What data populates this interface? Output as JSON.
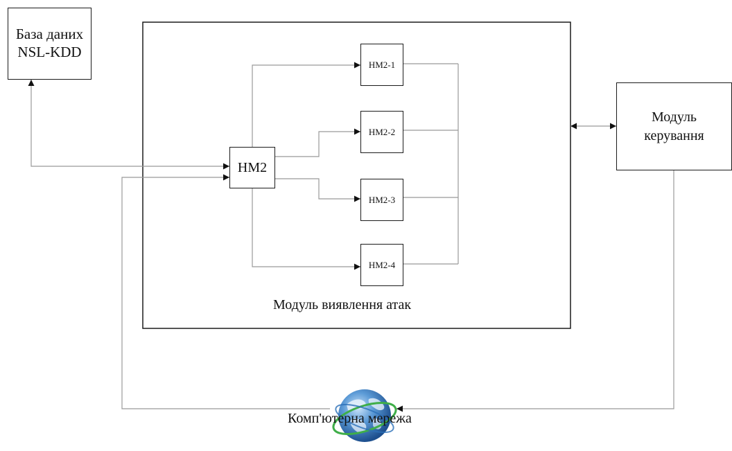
{
  "database": {
    "line1": "База даних",
    "line2": "NSL-KDD"
  },
  "control_module": {
    "line1": "Модуль",
    "line2": "керування"
  },
  "detection_module": {
    "label": "Модуль виявлення атак",
    "main_net": "НМ2",
    "sub_nets": [
      "НМ2-1",
      "НМ2-2",
      "НМ2-3",
      "НМ2-4"
    ]
  },
  "network": {
    "label": "Комп'ютерна мережа",
    "icon": "globe-icon"
  },
  "colors": {
    "line": "#1a1a1a",
    "connector": "#999999",
    "globe_blue": "#2a6fb8",
    "globe_green": "#3fae49"
  }
}
